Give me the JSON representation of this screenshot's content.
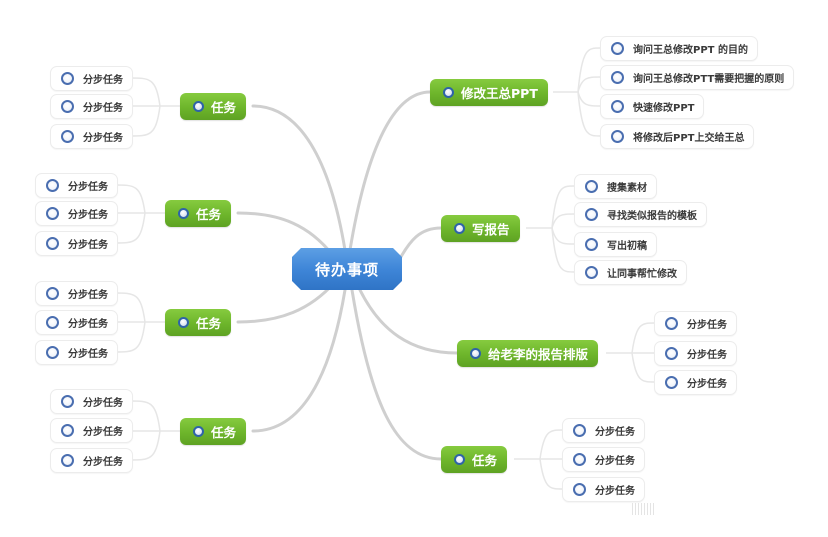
{
  "center": {
    "label": "待办事项",
    "color": "#3f86d8"
  },
  "colors": {
    "topic": "#6db52b",
    "leaf_ring": "#4a6eb0",
    "connector": "#c8c8c8"
  },
  "left_branches": [
    {
      "label": "任务",
      "children": [
        "分步任务",
        "分步任务",
        "分步任务"
      ]
    },
    {
      "label": "任务",
      "children": [
        "分步任务",
        "分步任务",
        "分步任务"
      ]
    },
    {
      "label": "任务",
      "children": [
        "分步任务",
        "分步任务",
        "分步任务"
      ]
    },
    {
      "label": "任务",
      "children": [
        "分步任务",
        "分步任务",
        "分步任务"
      ]
    }
  ],
  "right_branches": [
    {
      "label": "修改王总PPT",
      "children": [
        "询问王总修改PPT 的目的",
        "询问王总修改PTT需要把握的原则",
        "快速修改PPT",
        "将修改后PPT上交给王总"
      ]
    },
    {
      "label": "写报告",
      "children": [
        "搜集素材",
        "寻找类似报告的模板",
        "写出初稿",
        "让同事帮忙修改"
      ]
    },
    {
      "label": "给老李的报告排版",
      "children": [
        "分步任务",
        "分步任务",
        "分步任务"
      ]
    },
    {
      "label": "任务",
      "children": [
        "分步任务",
        "分步任务",
        "分步任务"
      ]
    }
  ]
}
